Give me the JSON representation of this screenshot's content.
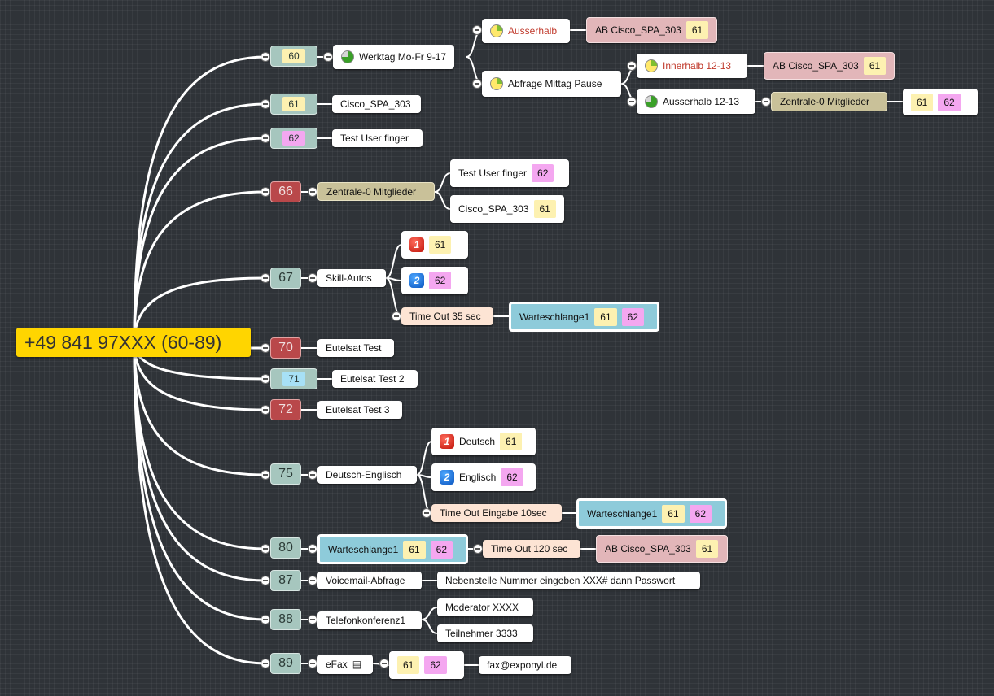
{
  "root": "+49 841 97XXX (60-89)",
  "extensions": {
    "n60": "60",
    "n61": "61",
    "n62": "62",
    "n66": "66",
    "n67": "67",
    "n70": "70",
    "n71": "71",
    "n72": "72",
    "n75": "75",
    "n80": "80",
    "n87": "87",
    "n88": "88",
    "n89": "89"
  },
  "labels": {
    "werktag": "Werktag Mo-Fr 9-17",
    "ausserhalb": "Ausserhalb",
    "ab_cisco": "AB Cisco_SPA_303",
    "abfrage": "Abfrage Mittag Pause",
    "innerhalb": "Innerhalb 12-13",
    "ausserhalb_1213": "Ausserhalb 12-13",
    "zentrale": "Zentrale-0 Mitglieder",
    "cisco": "Cisco_SPA_303",
    "test_user": "Test User finger",
    "skill_autos": "Skill-Autos",
    "timeout35": "Time Out 35 sec",
    "queue": "Warteschlange1",
    "eutelsat1": "Eutelsat Test",
    "eutelsat2": "Eutelsat Test 2",
    "eutelsat3": "Eutelsat Test 3",
    "deutsch_englisch": "Deutsch-Englisch",
    "deutsch": "Deutsch",
    "englisch": "Englisch",
    "timeout_eingabe": "Time Out Eingabe 10sec",
    "timeout120": "Time Out 120 sec",
    "voicemail": "Voicemail-Abfrage",
    "nebenstelle": "Nebenstelle Nummer eingeben XXX# dann Passwort",
    "telefonkonferenz": "Telefonkonferenz1",
    "moderator": "Moderator XXXX",
    "teilnehmer": "Teilnehmer 3333",
    "efax": "eFax",
    "fax_email": "fax@exponyl.de"
  },
  "badges": {
    "one": "1",
    "two": "2"
  },
  "icons": {
    "pie_small": "time-condition-small-icon",
    "pie_large": "time-condition-large-icon",
    "doc": "document-icon",
    "collapse": "collapse-icon"
  },
  "colors": {
    "background": "#2f3338",
    "root": "#ffd500",
    "ext_yellow": "#fdf1b1",
    "ext_pink": "#f4a7f0",
    "ext_blue": "#a7e0f6",
    "ext_red": "#b9484a",
    "queue": "#8ecbda",
    "voicemail_pink": "#e2b6b9",
    "timeout_peach": "#fde4d4",
    "group_tan": "#c9c199"
  }
}
